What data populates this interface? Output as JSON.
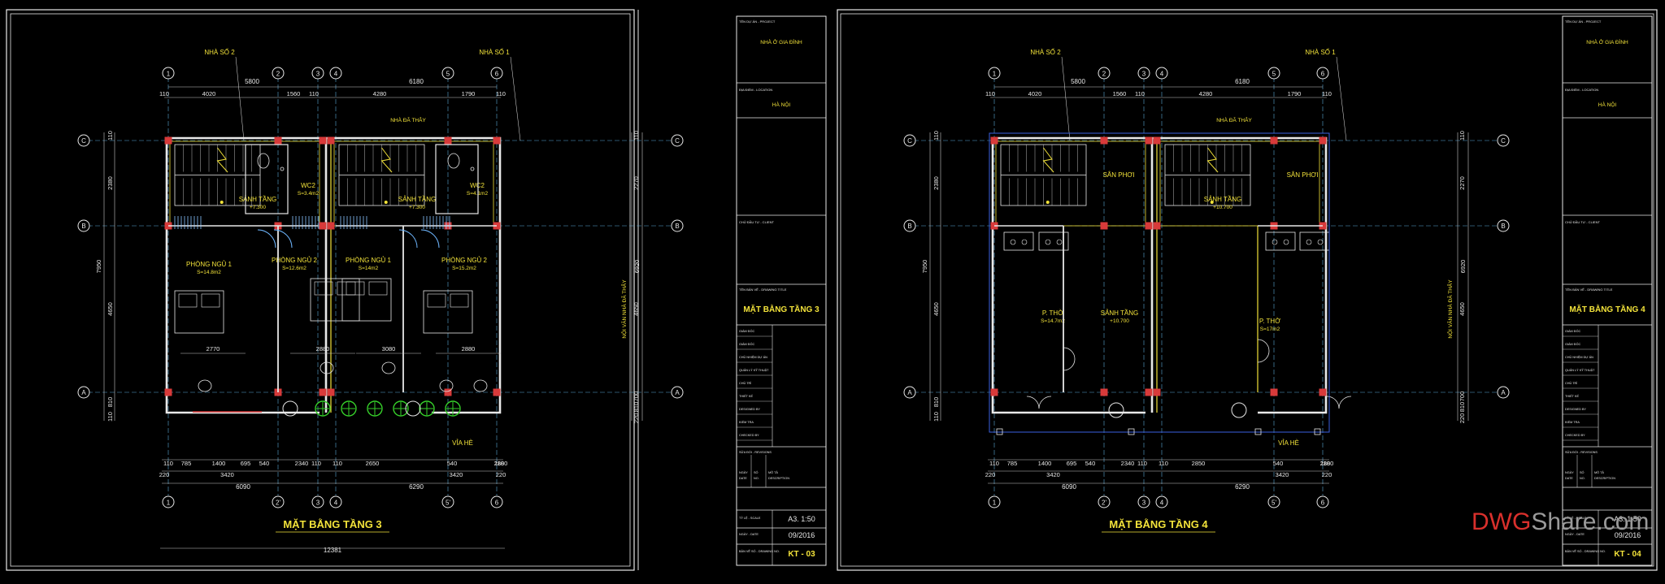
{
  "colors": {
    "background": "#000000",
    "frame": "#e8e8e8",
    "wall": "#e8e8e8",
    "dimension": "#c8c8c8",
    "grid": "#5aa9d6",
    "column": "#d83a3a",
    "label": "#f3e33a",
    "fixture": "#8ac4ff",
    "tree": "#36d02a",
    "door": "#6fb7ff",
    "blue_line": "#3a5fe0"
  },
  "sheets": [
    {
      "title": "MẶT BẰNG TẦNG 3",
      "neighbors": [
        "NHÀ SỐ 2",
        "NHÀ SỐ 1"
      ],
      "axes_top": [
        "1",
        "2",
        "3",
        "4",
        "5",
        "6"
      ],
      "axes_bottom": [
        "1",
        "2'",
        "3",
        "4",
        "5'",
        "6"
      ],
      "axes_side": [
        "C",
        "B",
        "A"
      ],
      "dims_top_total": [
        "5800",
        "6180"
      ],
      "dims_top_detail": [
        "110",
        "4020",
        "1560",
        "110",
        "4280",
        "1790",
        "110"
      ],
      "dims_bottom_detail": [
        "110",
        "785",
        "1400",
        "695",
        "540",
        "2340",
        "110",
        "110",
        "2650",
        "540",
        "2880",
        "110"
      ],
      "dims_bottom_mid": [
        "220",
        "3420",
        "3420",
        "220"
      ],
      "dims_bottom_total": [
        "6090",
        "6290"
      ],
      "dim_overall": "12381",
      "dims_left": [
        "110",
        "2380",
        "7950",
        "4650",
        "810",
        "110"
      ],
      "dims_right": [
        "110",
        "2270",
        "6920",
        "4650",
        "700",
        "810",
        "220"
      ],
      "rooms": [
        {
          "name": "SẢNH TẦNG",
          "info": "+7.300"
        },
        {
          "name": "WC2",
          "info": "S=3.4m2"
        },
        {
          "name": "SẢNH TẦNG",
          "info": "+7.300"
        },
        {
          "name": "WC2",
          "info": "S=4.1m2"
        },
        {
          "name": "PHÒNG NGỦ 1",
          "info": "S=14.8m2"
        },
        {
          "name": "PHÒNG NGỦ 2",
          "info": "S=12.6m2"
        },
        {
          "name": "PHÒNG NGỦ 1",
          "info": "S=14m2"
        },
        {
          "name": "PHÒNG NGỦ 2",
          "info": "S=15.2m2"
        }
      ],
      "room_dims": [
        "2770",
        "2880",
        "3080",
        "2880"
      ],
      "annotations": [
        "NHÀ ĐÃ THÂY",
        "NỘI VĂN NHÀ ĐÃ THÂY",
        "VỈA HÈ"
      ]
    },
    {
      "title": "MẶT BẰNG TẦNG 4",
      "neighbors": [
        "NHÀ SỐ 2",
        "NHÀ SỐ 1"
      ],
      "axes_top": [
        "1",
        "2",
        "3",
        "4",
        "5",
        "6"
      ],
      "axes_bottom": [
        "1",
        "2'",
        "3",
        "4",
        "5'",
        "6"
      ],
      "axes_side": [
        "C",
        "B",
        "A"
      ],
      "dims_top_total": [
        "5800",
        "6180"
      ],
      "dims_top_detail": [
        "110",
        "4020",
        "1560",
        "110",
        "4280",
        "1790",
        "110"
      ],
      "dims_bottom_detail": [
        "110",
        "785",
        "1400",
        "695",
        "540",
        "2340",
        "110",
        "110",
        "2850",
        "540",
        "2880",
        "110"
      ],
      "dims_bottom_mid": [
        "220",
        "3420",
        "3420",
        "220"
      ],
      "dims_bottom_total": [
        "6090",
        "6290"
      ],
      "dims_left": [
        "110",
        "2380",
        "7950",
        "4650",
        "810",
        "110"
      ],
      "dims_right": [
        "110",
        "2270",
        "6920",
        "4650",
        "700",
        "810",
        "220"
      ],
      "rooms": [
        {
          "name": "SÂN PHƠI",
          "info": ""
        },
        {
          "name": "SẢNH TẦNG",
          "info": "+10.700"
        },
        {
          "name": "SÂN PHƠI",
          "info": ""
        },
        {
          "name": "P. THỜ",
          "info": "S=14.7m2"
        },
        {
          "name": "SẢNH TẦNG",
          "info": "+10.700"
        },
        {
          "name": "P. THỜ",
          "info": "S=17m2"
        }
      ],
      "annotations": [
        "NHÀ ĐÃ THÂY",
        "NỘI VĂN NHÀ ĐÃ THÂY",
        "VỈA HÈ"
      ]
    }
  ],
  "title_blocks": [
    {
      "project_label": "TÊN DỰ ÁN - PROJECT",
      "project": "NHÀ Ở GIA ĐÌNH",
      "location_label": "ĐỊA ĐIỂM - LOCATION",
      "location": "HÀ NỘI",
      "owner_label": "CHỦ ĐẦU TƯ - CLIENT",
      "drawing_title_label": "TÊN BẢN VẼ - DRAWING TITLE",
      "drawing_title": "MẶT BẰNG TẦNG 3",
      "staff_labels": [
        "GIÁM ĐỐC",
        "GIÁM ĐỐC",
        "CHỦ NHIỆM DỰ ÁN",
        "QUẢN LÝ KỸ THUẬT",
        "CHỦ TRÌ",
        "THIẾT KẾ",
        "DESIGNED BY",
        "KIỂM TRA",
        "CHECKED BY"
      ],
      "revision_label": "SỬA ĐỔI - REVISIONS",
      "rev_headers": [
        "NGÀY",
        "SỐ",
        "MÔ TẢ"
      ],
      "rev_values": [
        "DATE",
        "NO.",
        "DESCRIPTION"
      ],
      "scale_label": "TỶ LỆ - SCALE",
      "scale": "A3. 1:50",
      "date_label": "NGÀY - DATE",
      "date": "09/2016",
      "sheet_label": "BẢN VẼ SỐ - DRAWING NO.",
      "sheet_no": "KT - 03"
    },
    {
      "project_label": "TÊN DỰ ÁN - PROJECT",
      "project": "NHÀ Ở GIA ĐÌNH",
      "location_label": "ĐỊA ĐIỂM - LOCATION",
      "location": "HÀ NỘI",
      "owner_label": "CHỦ ĐẦU TƯ - CLIENT",
      "drawing_title_label": "TÊN BẢN VẼ - DRAWING TITLE",
      "drawing_title": "MẶT BẰNG TẦNG 4",
      "staff_labels": [
        "GIÁM ĐỐC",
        "GIÁM ĐỐC",
        "CHỦ NHIỆM DỰ ÁN",
        "QUẢN LÝ KỸ THUẬT",
        "CHỦ TRÌ",
        "THIẾT KẾ",
        "DESIGNED BY",
        "KIỂM TRA",
        "CHECKED BY"
      ],
      "revision_label": "SỬA ĐỔI - REVISIONS",
      "rev_headers": [
        "NGÀY",
        "SỐ",
        "MÔ TẢ"
      ],
      "rev_values": [
        "DATE",
        "NO.",
        "DESCRIPTION"
      ],
      "scale_label": "TỶ LỆ - SCALE",
      "scale": "A3. 1:50",
      "date_label": "NGÀY - DATE",
      "date": "09/2016",
      "sheet_label": "BẢN VẼ SỐ - DRAWING NO.",
      "sheet_no": "KT - 04"
    }
  ],
  "watermark": {
    "part1": "DWG",
    "part2": "Share.com"
  }
}
